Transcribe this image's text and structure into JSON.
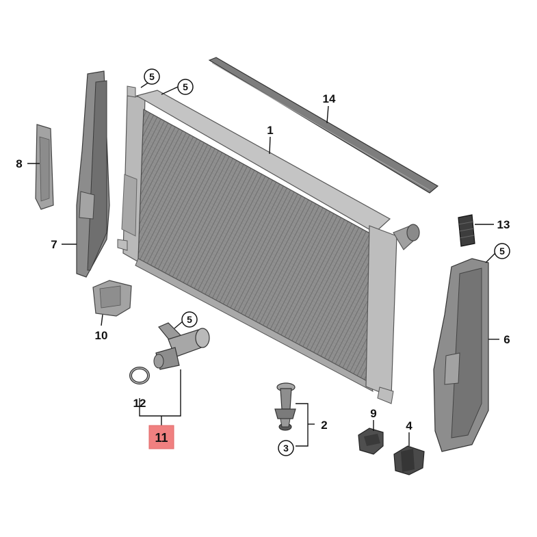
{
  "diagram": {
    "part_labels": {
      "p1": "1",
      "p2": "2",
      "p3": "3",
      "p4": "4",
      "p5": "5",
      "p6": "6",
      "p7": "7",
      "p8": "8",
      "p9": "9",
      "p10": "10",
      "p11": "11",
      "p12": "12",
      "p13": "13",
      "p14": "14"
    },
    "highlighted_part": "11",
    "highlight_color": "#f08080"
  }
}
